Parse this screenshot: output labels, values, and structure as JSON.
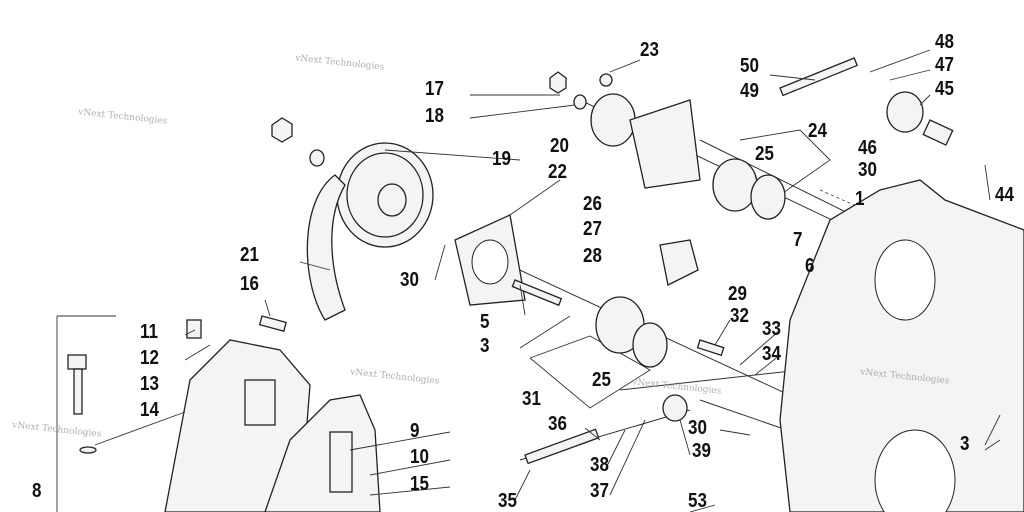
{
  "watermark": "vNext Technologies",
  "callouts": [
    {
      "id": "c23",
      "text": "23"
    },
    {
      "id": "c48",
      "text": "48"
    },
    {
      "id": "c50",
      "text": "50"
    },
    {
      "id": "c47",
      "text": "47"
    },
    {
      "id": "c49",
      "text": "49"
    },
    {
      "id": "c45",
      "text": "45"
    },
    {
      "id": "c17",
      "text": "17"
    },
    {
      "id": "c18",
      "text": "18"
    },
    {
      "id": "c20",
      "text": "20"
    },
    {
      "id": "c24",
      "text": "24"
    },
    {
      "id": "c46",
      "text": "46"
    },
    {
      "id": "c19",
      "text": "19"
    },
    {
      "id": "c22",
      "text": "22"
    },
    {
      "id": "c25a",
      "text": "25"
    },
    {
      "id": "c30a",
      "text": "30"
    },
    {
      "id": "c44",
      "text": "44"
    },
    {
      "id": "c1",
      "text": "1"
    },
    {
      "id": "c26",
      "text": "26"
    },
    {
      "id": "c27",
      "text": "27"
    },
    {
      "id": "c7",
      "text": "7"
    },
    {
      "id": "c6",
      "text": "6"
    },
    {
      "id": "c28",
      "text": "28"
    },
    {
      "id": "c21",
      "text": "21"
    },
    {
      "id": "c16",
      "text": "16"
    },
    {
      "id": "c30b",
      "text": "30"
    },
    {
      "id": "c29",
      "text": "29"
    },
    {
      "id": "c5",
      "text": "5"
    },
    {
      "id": "c32",
      "text": "32"
    },
    {
      "id": "c33",
      "text": "33"
    },
    {
      "id": "c11",
      "text": "11"
    },
    {
      "id": "c12",
      "text": "12"
    },
    {
      "id": "c3a",
      "text": "3"
    },
    {
      "id": "c34",
      "text": "34"
    },
    {
      "id": "c13",
      "text": "13"
    },
    {
      "id": "c14",
      "text": "14"
    },
    {
      "id": "c31",
      "text": "31"
    },
    {
      "id": "c25b",
      "text": "25"
    },
    {
      "id": "c36",
      "text": "36"
    },
    {
      "id": "c30c",
      "text": "30"
    },
    {
      "id": "c9",
      "text": "9"
    },
    {
      "id": "c10",
      "text": "10"
    },
    {
      "id": "c38",
      "text": "38"
    },
    {
      "id": "c39",
      "text": "39"
    },
    {
      "id": "c15",
      "text": "15"
    },
    {
      "id": "c8",
      "text": "8"
    },
    {
      "id": "c37",
      "text": "37"
    },
    {
      "id": "c35",
      "text": "35"
    },
    {
      "id": "c53",
      "text": "53"
    },
    {
      "id": "c3b",
      "text": "3"
    }
  ]
}
